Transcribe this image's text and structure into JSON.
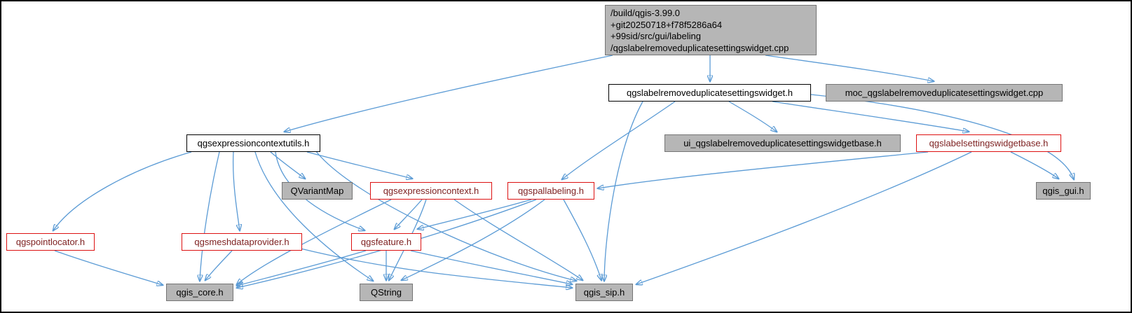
{
  "graph": {
    "nodes": {
      "cpp_main": {
        "label": "/build/qgis-3.99.0\n+git20250718+f78f5286a64\n+99sid/src/gui/labeling\n/qgslabelremoveduplicatesettingswidget.cpp"
      },
      "widget_h": {
        "label": "qgslabelremoveduplicatesettingswidget.h"
      },
      "moc_cpp": {
        "label": "moc_qgslabelremoveduplicatesettingswidget.cpp"
      },
      "utils_h": {
        "label": "qgsexpressioncontextutils.h"
      },
      "ui_base_h": {
        "label": "ui_qgslabelremoveduplicatesettingswidgetbase.h"
      },
      "widgetbase_h": {
        "label": "qgslabelsettingswidgetbase.h"
      },
      "qvariantmap": {
        "label": "QVariantMap"
      },
      "exprcontext_h": {
        "label": "qgsexpressioncontext.h"
      },
      "pallabeling_h": {
        "label": "qgspallabeling.h"
      },
      "qgis_gui_h": {
        "label": "qgis_gui.h"
      },
      "pointlocator_h": {
        "label": "qgspointlocator.h"
      },
      "meshdataprovider_h": {
        "label": "qgsmeshdataprovider.h"
      },
      "feature_h": {
        "label": "qgsfeature.h"
      },
      "qgis_core_h": {
        "label": "qgis_core.h"
      },
      "qstring": {
        "label": "QString"
      },
      "qgis_sip_h": {
        "label": "qgis_sip.h"
      }
    },
    "edges": [
      {
        "from": "cpp_main",
        "to": "widget_h"
      },
      {
        "from": "cpp_main",
        "to": "moc_cpp"
      },
      {
        "from": "cpp_main",
        "to": "utils_h"
      },
      {
        "from": "widget_h",
        "to": "ui_base_h"
      },
      {
        "from": "widget_h",
        "to": "widgetbase_h"
      },
      {
        "from": "widget_h",
        "to": "pallabeling_h"
      },
      {
        "from": "widget_h",
        "to": "qgis_gui_h"
      },
      {
        "from": "widget_h",
        "to": "qgis_sip_h"
      },
      {
        "from": "utils_h",
        "to": "qvariantmap"
      },
      {
        "from": "utils_h",
        "to": "exprcontext_h"
      },
      {
        "from": "utils_h",
        "to": "pointlocator_h"
      },
      {
        "from": "utils_h",
        "to": "meshdataprovider_h"
      },
      {
        "from": "utils_h",
        "to": "feature_h"
      },
      {
        "from": "utils_h",
        "to": "qgis_core_h"
      },
      {
        "from": "utils_h",
        "to": "qstring"
      },
      {
        "from": "utils_h",
        "to": "qgis_sip_h"
      },
      {
        "from": "widgetbase_h",
        "to": "qgis_gui_h"
      },
      {
        "from": "widgetbase_h",
        "to": "pallabeling_h"
      },
      {
        "from": "widgetbase_h",
        "to": "qgis_sip_h"
      },
      {
        "from": "exprcontext_h",
        "to": "feature_h"
      },
      {
        "from": "exprcontext_h",
        "to": "qgis_core_h"
      },
      {
        "from": "exprcontext_h",
        "to": "qstring"
      },
      {
        "from": "exprcontext_h",
        "to": "qgis_sip_h"
      },
      {
        "from": "pallabeling_h",
        "to": "feature_h"
      },
      {
        "from": "pallabeling_h",
        "to": "qgis_core_h"
      },
      {
        "from": "pallabeling_h",
        "to": "qstring"
      },
      {
        "from": "pallabeling_h",
        "to": "qgis_sip_h"
      },
      {
        "from": "feature_h",
        "to": "qgis_core_h"
      },
      {
        "from": "feature_h",
        "to": "qstring"
      },
      {
        "from": "feature_h",
        "to": "qgis_sip_h"
      },
      {
        "from": "meshdataprovider_h",
        "to": "qgis_core_h"
      },
      {
        "from": "meshdataprovider_h",
        "to": "qgis_sip_h"
      },
      {
        "from": "pointlocator_h",
        "to": "qgis_core_h"
      }
    ],
    "colors": {
      "edge": "#5b9bd5",
      "gray_node_fill": "#b6b6b6",
      "red_node_border": "#dd1111",
      "white_node_border": "#000000"
    }
  }
}
